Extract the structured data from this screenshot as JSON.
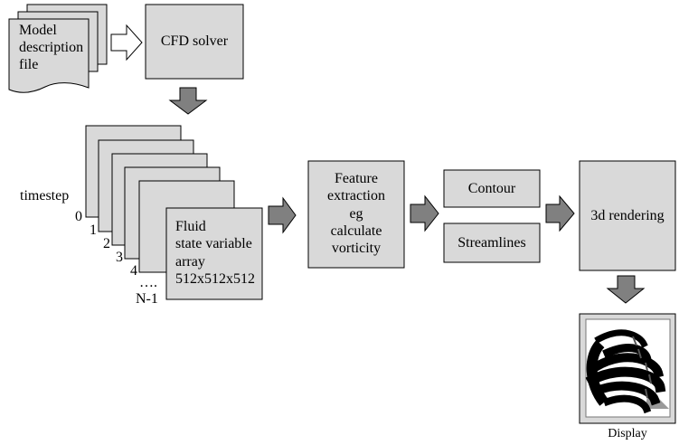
{
  "model_file": {
    "lines": [
      "Model",
      "description",
      "file"
    ]
  },
  "cfd_solver": {
    "label": "CFD solver"
  },
  "timestep": {
    "label": "timestep",
    "indices": [
      "0",
      "1",
      "2",
      "3",
      "4",
      "….",
      "N-1"
    ]
  },
  "fluid_array": {
    "lines": [
      "Fluid",
      "state variable",
      "array",
      "512x512x512"
    ]
  },
  "feature_extraction": {
    "lines": [
      "Feature",
      "extraction",
      "eg",
      "calculate",
      "vorticity"
    ]
  },
  "contour": {
    "label": "Contour"
  },
  "streamlines": {
    "label": "Streamlines"
  },
  "rendering": {
    "label": "3d rendering"
  },
  "display": {
    "label": "Display"
  },
  "colors": {
    "box_fill": "#d9d9d9",
    "arrow_fill": "#808080",
    "stroke": "#000000"
  }
}
